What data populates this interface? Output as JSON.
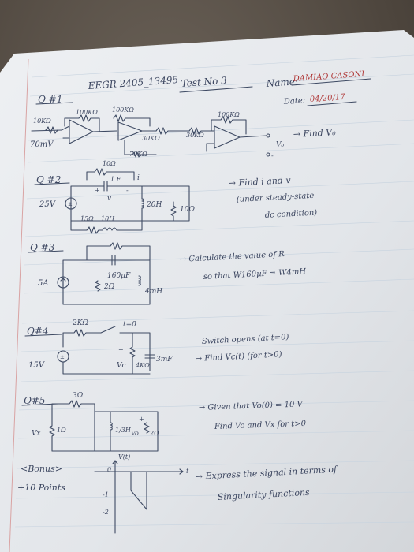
{
  "header": {
    "course": "EEGR 2405_13495",
    "test": "Test No 3",
    "name_label": "Name:",
    "name_value": "DAMIAO CASONI",
    "date_label": "Date:",
    "date_value": "04/20/17"
  },
  "q1": {
    "label": "Q #1",
    "r1": "10KΩ",
    "r2": "100KΩ",
    "r3": "100KΩ",
    "r4": "30KΩ",
    "r5": "30KΩ",
    "r6": "70KΩ",
    "r7": "100KΩ",
    "source": "70mV",
    "task": "→ Find V₀",
    "vo": "V₀",
    "plus": "+",
    "minus": "-"
  },
  "q2": {
    "label": "Q #2",
    "r_top": "10Ω",
    "c": "1 F",
    "i": "i",
    "plus": "+",
    "minus": "-",
    "v": "v",
    "src": "25V",
    "l1": "20H",
    "r_right": "10Ω",
    "r_bot": "15Ω",
    "l_bot": "10H",
    "task_1": "→ Find i and v",
    "task_2": "(under steady-state",
    "task_3": "dc condition)"
  },
  "q3": {
    "label": "Q #3",
    "src": "5A",
    "c": "160µF",
    "r": "2Ω",
    "l": "4mH",
    "task_1": "→ Calculate the value of R",
    "task_2": "so that W160µF = W4mH"
  },
  "q4": {
    "label": "Q#4",
    "r_top": "2KΩ",
    "switch": "t=0",
    "src": "15V",
    "vc": "Vc",
    "r_right": "4KΩ",
    "c": "3mF",
    "task_1": "Switch opens (at t=0)",
    "task_2": "→ Find Vc(t) (for t>0)"
  },
  "q5": {
    "label": "Q#5",
    "r_top": "3Ω",
    "r_left": "1Ω",
    "vx": "Vx",
    "l": "1/3H",
    "vo": "Vo",
    "r_right": "2Ω",
    "task_1": "→ Given that Vo(0) = 10 V",
    "task_2": "Find Vo and Vx for t>0"
  },
  "bonus": {
    "label_1": "<Bonus>",
    "label_2": "+10 Points",
    "axis_v": "V(t)",
    "axis_t": "t",
    "tick_0": "0",
    "tick_m1": "-1",
    "tick_m2": "-2",
    "task_1": "→ Express the signal in terms of",
    "task_2": "Singularity functions"
  }
}
